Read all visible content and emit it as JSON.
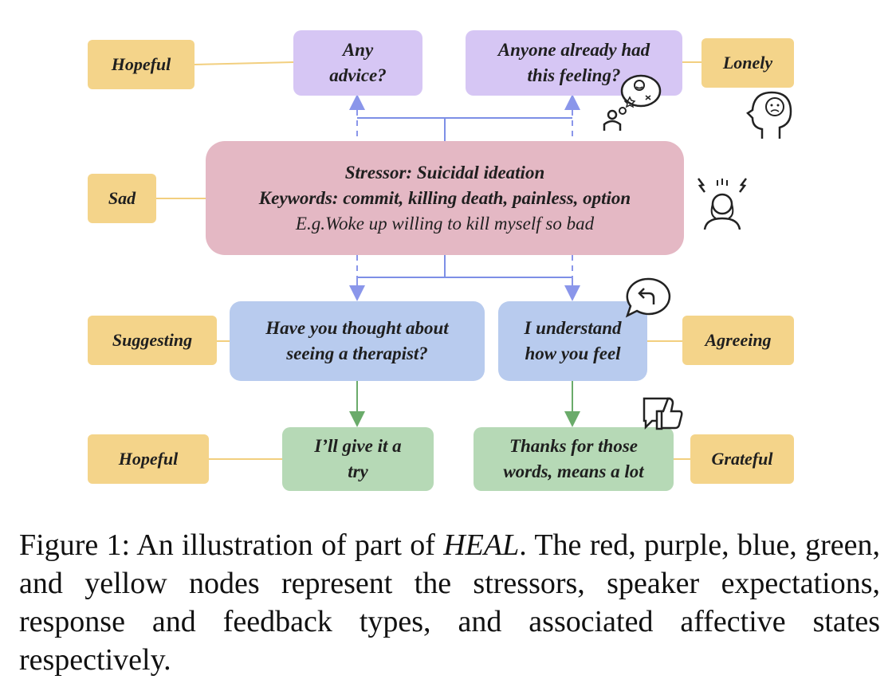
{
  "nodes": {
    "hopeful_top": "Hopeful",
    "lonely": "Lonely",
    "sad": "Sad",
    "suggesting": "Suggesting",
    "agreeing": "Agreeing",
    "hopeful_bottom": "Hopeful",
    "grateful": "Grateful",
    "any_advice_1": "Any",
    "any_advice_2": "advice?",
    "anyone_feeling_1": "Anyone already had",
    "anyone_feeling_2": "this feeling?",
    "stressor_line1": "Stressor: Suicidal ideation",
    "stressor_line2": "Keywords: commit, killing death, painless, option",
    "stressor_line3": "E.g.Woke up willing to kill myself so bad",
    "therapist_1": "Have you thought about",
    "therapist_2": "seeing a therapist?",
    "understand_1": "I understand",
    "understand_2": "how you feel",
    "give_try_1": "I’ll give it a",
    "give_try_2": "try",
    "thanks_1": "Thanks for those",
    "thanks_2": "words, means a lot"
  },
  "caption": {
    "prefix": "Figure 1: An illustration of part of ",
    "emph": "HEAL",
    "suffix": ". The red, purple, blue, green, and yellow nodes represent the stressors, speaker expectations, response and feedback types, and associated affective states respectively."
  },
  "colors": {
    "yellow": "#f4d48a",
    "purple": "#d6c6f4",
    "red": "#e4b8c4",
    "blue": "#b8cbee",
    "green": "#b6d9b6",
    "arrow_blue": "#7d8fe6",
    "arrow_green": "#6aab6a",
    "connector_yellow": "#f2cf7f"
  },
  "icons": [
    "thought-bubble-person-icon",
    "worried-head-icon",
    "stressed-person-icon",
    "reply-bubble-icon",
    "thumbs-up-bubble-icon"
  ]
}
